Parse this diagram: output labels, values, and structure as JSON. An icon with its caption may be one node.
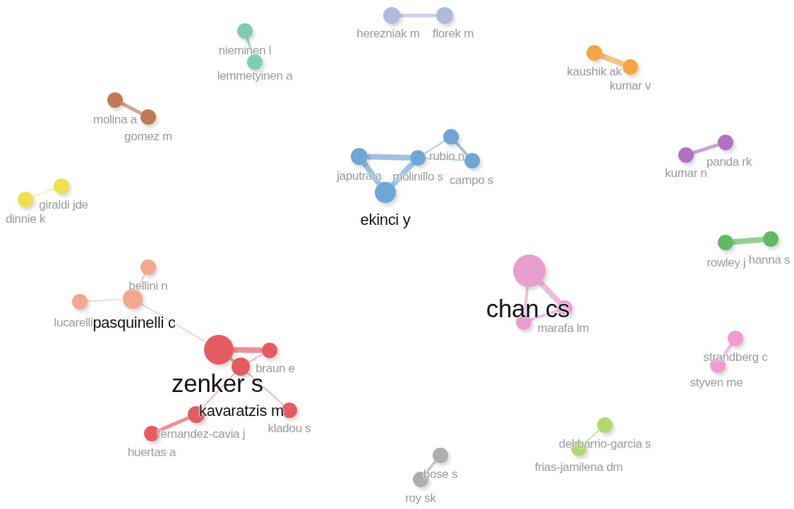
{
  "diagram": {
    "nodes": [
      {
        "text": [
          "herezniak m"
        ]
      },
      {
        "text": [
          "florek m"
        ]
      },
      {
        "text": [
          "nieminen l"
        ]
      },
      {
        "text": [
          "lemmetyinen a"
        ]
      },
      {
        "text": [
          "kaushik ak"
        ]
      },
      {
        "text": [
          "kumar v"
        ]
      },
      {
        "text": [
          "molina a"
        ]
      },
      {
        "text": [
          "gomez m"
        ]
      },
      {
        "text": [
          "rubio n"
        ]
      },
      {
        "text": [
          "japutra a"
        ]
      },
      {
        "text": [
          "molinillo s"
        ]
      },
      {
        "text": [
          "campo s"
        ]
      },
      {
        "text": [
          "kumar n"
        ]
      },
      {
        "text": [
          "panda rk"
        ]
      },
      {
        "text": [
          "giraldi jde"
        ]
      },
      {
        "text": [
          "dinnie k"
        ]
      },
      {
        "text": [
          "ekinci y"
        ]
      },
      {
        "text": [
          "rowley j"
        ]
      },
      {
        "text": [
          "hanna s"
        ]
      },
      {
        "text": [
          "chan cs"
        ]
      },
      {
        "text": [
          "bellini n"
        ]
      },
      {
        "text": [
          "lucarelli"
        ]
      },
      {
        "text": [
          "pasquinelli c"
        ]
      },
      {
        "text": [],
        "shape": "circle"
      },
      {
        "text": [
          "marafa lm"
        ]
      },
      {
        "text": [
          "zenker s"
        ]
      },
      {
        "text": [
          "braun e"
        ]
      },
      {
        "text": [
          "strandberg c"
        ]
      },
      {
        "text": [
          "kavaratzis m"
        ]
      },
      {
        "text": [
          "kladou s"
        ]
      },
      {
        "text": [
          "styven me"
        ]
      },
      {
        "text": [
          "fernandez-cavia j"
        ]
      },
      {
        "text": [
          "huertas a"
        ]
      },
      {
        "text": [
          "del barrio-garcia s"
        ]
      },
      {
        "text": [
          "frias-jamilena dm"
        ]
      },
      {
        "text": [
          "bose s"
        ]
      },
      {
        "text": [
          "roy sk"
        ]
      }
    ],
    "edges": [
      {
        "from": 0,
        "to": 1,
        "arrow": "none",
        "color": "#a3b2da"
      },
      {
        "from": 2,
        "to": 3,
        "arrow": "none",
        "color": "#6fc7a2"
      },
      {
        "from": 4,
        "to": 5,
        "arrow": "none",
        "style": "thick",
        "color": "#f39a2c"
      },
      {
        "from": 6,
        "to": 7,
        "arrow": "none",
        "color": "#b76a3d"
      },
      {
        "from": 9,
        "to": 10,
        "arrow": "none",
        "style": "thick",
        "color": "#5c9ad0"
      },
      {
        "from": 9,
        "to": 16,
        "arrow": "none",
        "style": "thick",
        "color": "#5c9ad0"
      },
      {
        "from": 10,
        "to": 16,
        "arrow": "none",
        "style": "thick",
        "color": "#5c9ad0"
      },
      {
        "from": 10,
        "to": 8,
        "arrow": "none",
        "color": "#5c9ad0"
      },
      {
        "from": 10,
        "to": 11,
        "arrow": "none",
        "color": "#5c9ad0"
      },
      {
        "from": 8,
        "to": 11,
        "arrow": "none",
        "color": "#5c9ad0"
      },
      {
        "from": 12,
        "to": 13,
        "arrow": "none",
        "color": "#a55fba"
      },
      {
        "from": 14,
        "to": 15,
        "arrow": "none",
        "color": "#f0db3c"
      },
      {
        "from": 17,
        "to": 18,
        "arrow": "none",
        "style": "thick",
        "color": "#4daf4e"
      },
      {
        "from": 19,
        "to": 24,
        "arrow": "none",
        "style": "thick",
        "color": "#e592c9"
      },
      {
        "from": 19,
        "to": 23,
        "arrow": "none",
        "color": "#e592c9"
      },
      {
        "from": 24,
        "to": 23,
        "arrow": "none",
        "color": "#e592c9"
      },
      {
        "from": 20,
        "to": 22,
        "arrow": "none",
        "color": "#f29c7f"
      },
      {
        "from": 21,
        "to": 22,
        "arrow": "none",
        "color": "#f29c7f"
      },
      {
        "from": 22,
        "to": 25,
        "arrow": "none",
        "color": "#f29c7f"
      },
      {
        "from": 25,
        "to": 26,
        "arrow": "none",
        "style": "thick",
        "color": "#e0464c"
      },
      {
        "from": 25,
        "to": 28,
        "arrow": "none",
        "color": "#e0464c"
      },
      {
        "from": 28,
        "to": 26,
        "arrow": "none",
        "color": "#e0464c"
      },
      {
        "from": 28,
        "to": 29,
        "arrow": "none",
        "color": "#e0464c"
      },
      {
        "from": 28,
        "to": 31,
        "arrow": "none",
        "color": "#e0464c"
      },
      {
        "from": 31,
        "to": 32,
        "arrow": "none",
        "color": "#e0464c"
      },
      {
        "from": 27,
        "to": 30,
        "arrow": "none",
        "color": "#ef8fcb"
      },
      {
        "from": 33,
        "to": 34,
        "arrow": "none",
        "color": "#a6d45e"
      },
      {
        "from": 35,
        "to": 36,
        "arrow": "none",
        "color": "#a3a3a3"
      }
    ]
  }
}
